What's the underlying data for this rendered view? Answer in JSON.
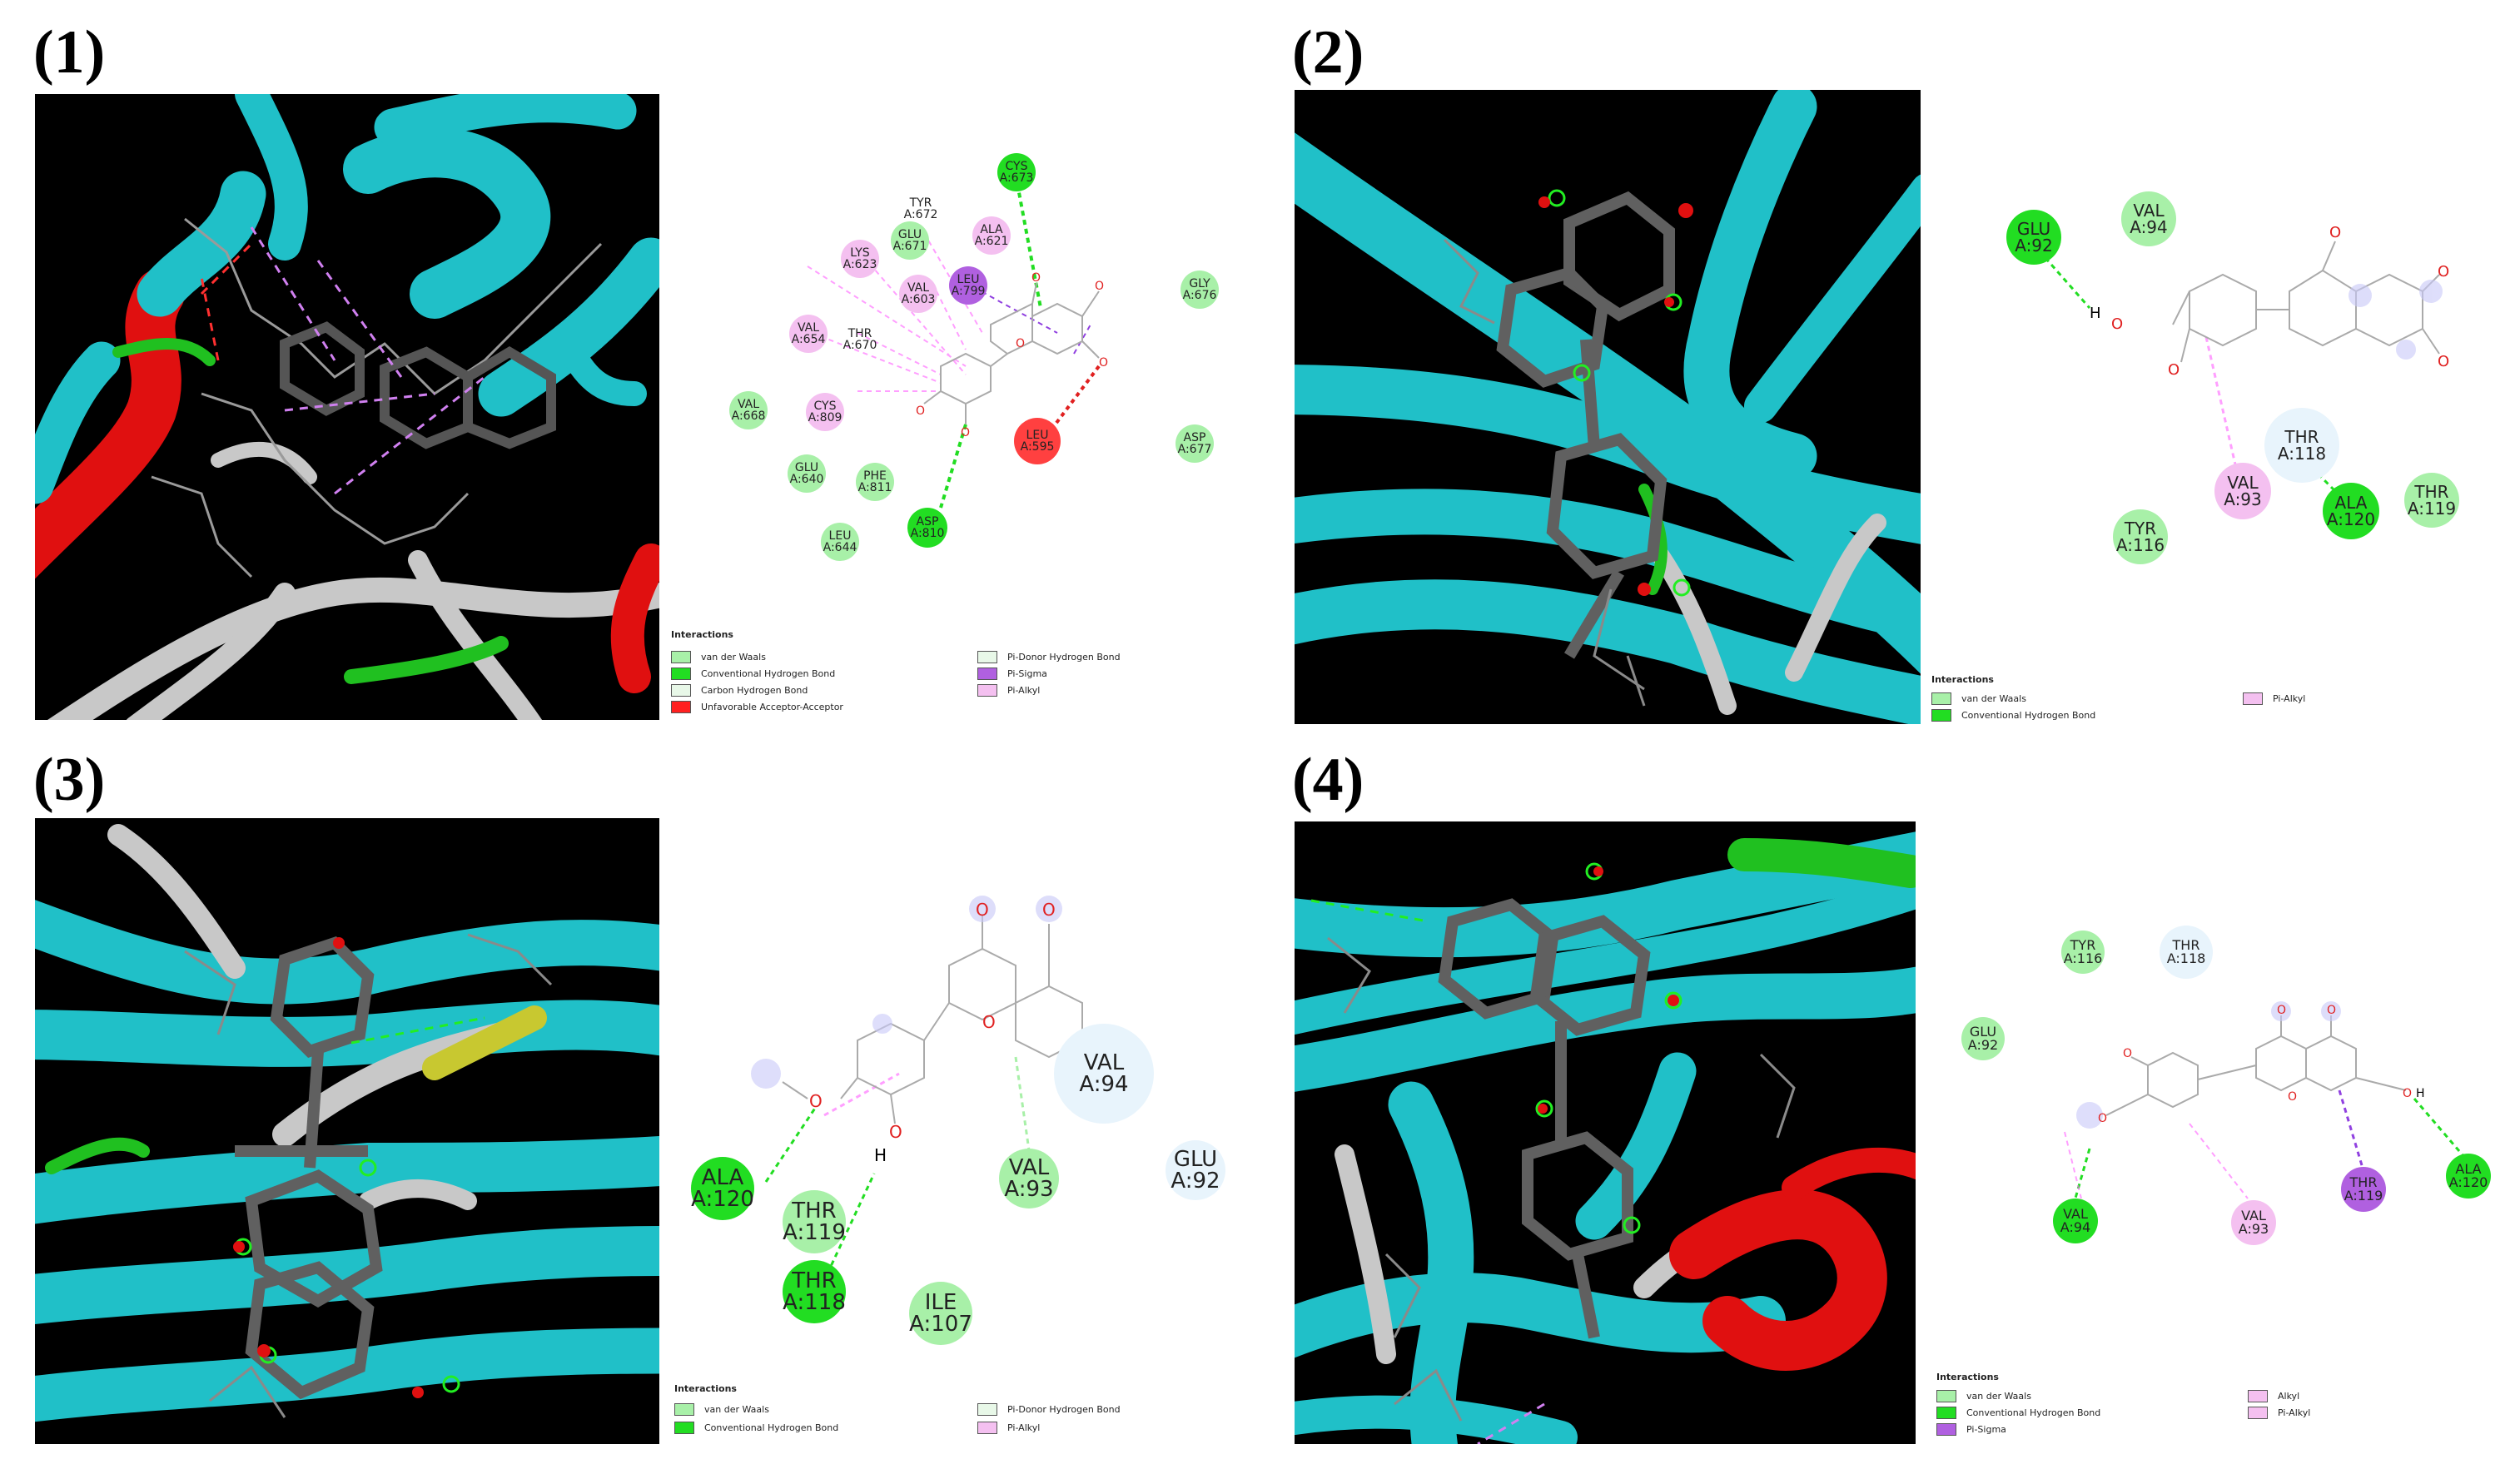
{
  "panels": [
    {
      "label": "(1)",
      "residues": [
        {
          "name": "CYS",
          "id": "A:673",
          "type": "hbond"
        },
        {
          "name": "TYR",
          "id": "A:672",
          "type": "vdw"
        },
        {
          "name": "GLU",
          "id": "A:671",
          "type": "vdw"
        },
        {
          "name": "ALA",
          "id": "A:621",
          "type": "pialkyl"
        },
        {
          "name": "LYS",
          "id": "A:623",
          "type": "pialkyl"
        },
        {
          "name": "LEU",
          "id": "A:799",
          "type": "pisigma"
        },
        {
          "name": "VAL",
          "id": "A:603",
          "type": "pialkyl"
        },
        {
          "name": "GLY",
          "id": "A:676",
          "type": "vdw"
        },
        {
          "name": "VAL",
          "id": "A:654",
          "type": "pialkyl"
        },
        {
          "name": "THR",
          "id": "A:670",
          "type": "plain"
        },
        {
          "name": "VAL",
          "id": "A:668",
          "type": "vdw"
        },
        {
          "name": "CYS",
          "id": "A:809",
          "type": "pialkyl"
        },
        {
          "name": "LEU",
          "id": "A:595",
          "type": "unfav"
        },
        {
          "name": "ASP",
          "id": "A:677",
          "type": "vdw"
        },
        {
          "name": "GLU",
          "id": "A:640",
          "type": "vdw"
        },
        {
          "name": "PHE",
          "id": "A:811",
          "type": "vdw"
        },
        {
          "name": "ASP",
          "id": "A:810",
          "type": "hbond"
        },
        {
          "name": "LEU",
          "id": "A:644",
          "type": "vdw"
        }
      ],
      "legend": {
        "title": "Interactions",
        "items": [
          {
            "label": "van der Waals",
            "color": "#a8f0a8"
          },
          {
            "label": "Conventional Hydrogen Bond",
            "color": "#22dd22"
          },
          {
            "label": "Carbon Hydrogen Bond",
            "color": "#e8f8e8"
          },
          {
            "label": "Unfavorable Acceptor-Acceptor",
            "color": "#ff2020"
          },
          {
            "label": "Pi-Donor Hydrogen Bond",
            "color": "#e8f8e8"
          },
          {
            "label": "Pi-Sigma",
            "color": "#b060e0"
          },
          {
            "label": "Pi-Alkyl",
            "color": "#f4c0f0"
          }
        ]
      }
    },
    {
      "label": "(2)",
      "residues": [
        {
          "name": "GLU",
          "id": "A:92",
          "type": "hbond"
        },
        {
          "name": "VAL",
          "id": "A:94",
          "type": "vdw"
        },
        {
          "name": "THR",
          "id": "A:118",
          "type": "vdw"
        },
        {
          "name": "VAL",
          "id": "A:93",
          "type": "pialkyl"
        },
        {
          "name": "ALA",
          "id": "A:120",
          "type": "hbond"
        },
        {
          "name": "THR",
          "id": "A:119",
          "type": "vdw"
        },
        {
          "name": "TYR",
          "id": "A:116",
          "type": "vdw"
        }
      ],
      "legend": {
        "title": "Interactions",
        "items": [
          {
            "label": "van der Waals",
            "color": "#a8f0a8"
          },
          {
            "label": "Conventional Hydrogen Bond",
            "color": "#22dd22"
          },
          {
            "label": "Pi-Alkyl",
            "color": "#f4c0f0"
          }
        ]
      }
    },
    {
      "label": "(3)",
      "residues": [
        {
          "name": "VAL",
          "id": "A:94",
          "type": "vdw"
        },
        {
          "name": "ALA",
          "id": "A:120",
          "type": "hbond"
        },
        {
          "name": "VAL",
          "id": "A:93",
          "type": "vdw"
        },
        {
          "name": "GLU",
          "id": "A:92",
          "type": "vdw"
        },
        {
          "name": "THR",
          "id": "A:119",
          "type": "vdw"
        },
        {
          "name": "THR",
          "id": "A:118",
          "type": "hbond"
        },
        {
          "name": "ILE",
          "id": "A:107",
          "type": "vdw"
        }
      ],
      "legend": {
        "title": "Interactions",
        "items": [
          {
            "label": "van der Waals",
            "color": "#a8f0a8"
          },
          {
            "label": "Conventional Hydrogen Bond",
            "color": "#22dd22"
          },
          {
            "label": "Pi-Donor Hydrogen Bond",
            "color": "#e8f8e8"
          },
          {
            "label": "Pi-Alkyl",
            "color": "#f4c0f0"
          }
        ]
      }
    },
    {
      "label": "(4)",
      "residues": [
        {
          "name": "TYR",
          "id": "A:116",
          "type": "vdw"
        },
        {
          "name": "THR",
          "id": "A:118",
          "type": "vdw"
        },
        {
          "name": "GLU",
          "id": "A:92",
          "type": "vdw"
        },
        {
          "name": "VAL",
          "id": "A:94",
          "type": "hbond"
        },
        {
          "name": "VAL",
          "id": "A:93",
          "type": "pialkyl"
        },
        {
          "name": "THR",
          "id": "A:119",
          "type": "pisigma"
        },
        {
          "name": "ALA",
          "id": "A:120",
          "type": "hbond"
        }
      ],
      "legend": {
        "title": "Interactions",
        "items": [
          {
            "label": "van der Waals",
            "color": "#a8f0a8"
          },
          {
            "label": "Conventional Hydrogen Bond",
            "color": "#22dd22"
          },
          {
            "label": "Pi-Sigma",
            "color": "#b060e0"
          },
          {
            "label": "Alkyl",
            "color": "#f4c0f0"
          },
          {
            "label": "Pi-Alkyl",
            "color": "#f4c0f0"
          }
        ]
      }
    }
  ],
  "atom_labels": {
    "O": "O",
    "H": "H"
  },
  "colors": {
    "helix": "#e01010",
    "sheet": "#20c0c8",
    "coil": "#c8c8c8",
    "turn": "#20c020",
    "vdw": "#a8f0a8",
    "hbond": "#22dd22",
    "pialkyl": "#f4c0f0",
    "pisigma": "#b060e0",
    "unfav": "#ff4040"
  }
}
